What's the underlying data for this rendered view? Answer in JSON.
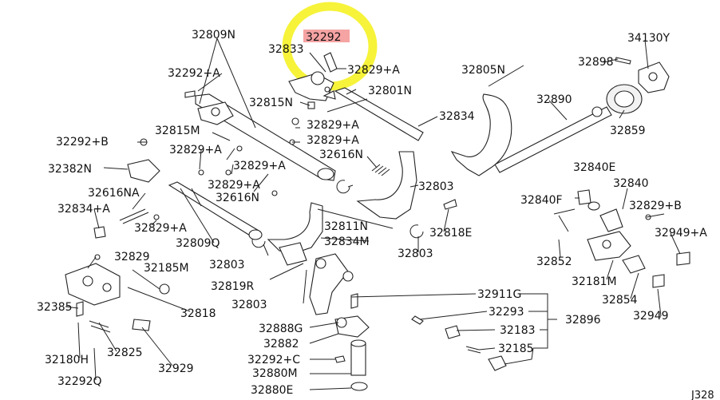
{
  "diagram_code": "J328",
  "highlight": {
    "color": "#f6f33a",
    "shape": "circle",
    "target_part": "32292"
  },
  "label_highlight_color": "#f5a3a3",
  "parts": [
    "32809N",
    "32292",
    "32833",
    "32829+A",
    "34130Y",
    "32292+A",
    "32805N",
    "32898",
    "32815N",
    "32801N",
    "32890",
    "32834",
    "32829+A",
    "32815M",
    "32829+A",
    "32859",
    "32292+B",
    "32829+A",
    "32616N",
    "32829+A",
    "32840E",
    "32382N",
    "32829+A",
    "32803",
    "32840",
    "32616NA",
    "32616N",
    "32840F",
    "32829+B",
    "32834+A",
    "32811N",
    "32818E",
    "32829+A",
    "32949+A",
    "32809Q",
    "32834M",
    "32829",
    "32803",
    "32803",
    "32852",
    "32185M",
    "32181M",
    "32819R",
    "32911G",
    "32385",
    "32803",
    "32854",
    "32818",
    "32293",
    "32896",
    "32949",
    "32888G",
    "32183",
    "32882",
    "32185",
    "32825",
    "32180H",
    "32929",
    "32292+C",
    "32292Q",
    "32880M",
    "32880E"
  ]
}
